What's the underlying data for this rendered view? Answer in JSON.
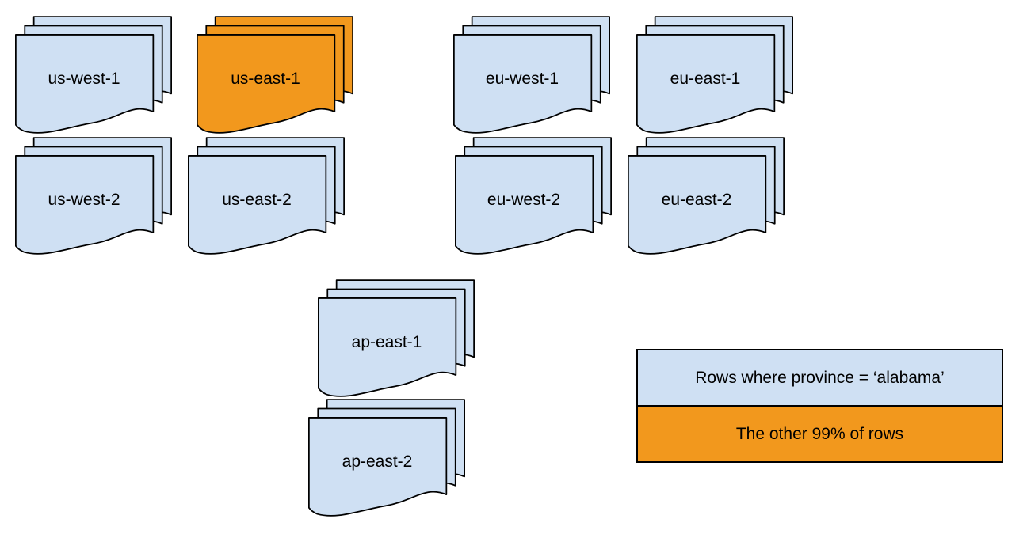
{
  "colors": {
    "doc_blue": "#cfe0f3",
    "doc_orange": "#f2981d",
    "stroke": "#000000",
    "text": "#000000",
    "background": "#ffffff"
  },
  "regions": [
    {
      "label": "us-west-1",
      "color": "blue"
    },
    {
      "label": "us-east-1",
      "color": "orange"
    },
    {
      "label": "eu-west-1",
      "color": "blue"
    },
    {
      "label": "eu-east-1",
      "color": "blue"
    },
    {
      "label": "us-west-2",
      "color": "blue"
    },
    {
      "label": "us-east-2",
      "color": "blue"
    },
    {
      "label": "eu-west-2",
      "color": "blue"
    },
    {
      "label": "eu-east-2",
      "color": "blue"
    },
    {
      "label": "ap-east-1",
      "color": "blue"
    },
    {
      "label": "ap-east-2",
      "color": "blue"
    }
  ],
  "legend": {
    "items": [
      {
        "label": "Rows where province = ‘alabama’",
        "color": "blue"
      },
      {
        "label": "The other 99% of rows",
        "color": "orange"
      }
    ]
  }
}
